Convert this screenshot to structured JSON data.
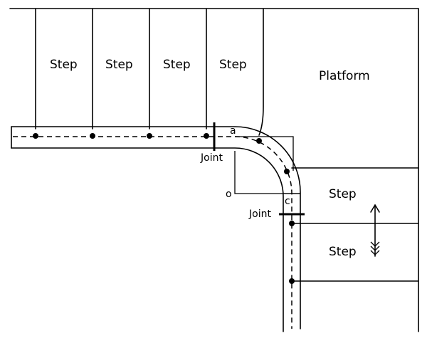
{
  "diagram": {
    "steps_top": [
      "Step",
      "Step",
      "Step",
      "Step"
    ],
    "platform": "Platform",
    "steps_right": [
      "Step",
      "Step"
    ],
    "joint_upper": "Joint",
    "joint_lower": "Joint",
    "point_a": "a",
    "point_c": "c",
    "point_o": "o"
  }
}
